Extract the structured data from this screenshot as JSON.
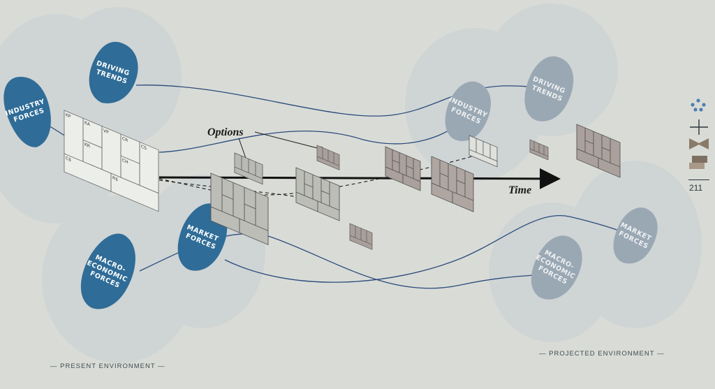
{
  "present": {
    "blobs": [
      {
        "id": "industry-forces",
        "lines": [
          "INDUSTRY",
          "FORCES"
        ],
        "state": "active"
      },
      {
        "id": "driving-trends",
        "lines": [
          "DRIVING",
          "TRENDS"
        ],
        "state": "active"
      },
      {
        "id": "market-forces",
        "lines": [
          "MARKET",
          "FORCES"
        ],
        "state": "active"
      },
      {
        "id": "macro-economic-forces",
        "lines": [
          "MACRO-",
          "ECONOMIC",
          "FORCES"
        ],
        "state": "active"
      }
    ],
    "label": "— PRESENT ENVIRONMENT —"
  },
  "projected": {
    "blobs": [
      {
        "id": "industry-forces",
        "lines": [
          "INDUSTRY",
          "FORCES"
        ],
        "state": "faded"
      },
      {
        "id": "driving-trends",
        "lines": [
          "DRIVING",
          "TRENDS"
        ],
        "state": "faded"
      },
      {
        "id": "market-forces",
        "lines": [
          "MARKET",
          "FORCES"
        ],
        "state": "faded"
      },
      {
        "id": "macro-economic-forces",
        "lines": [
          "MACRO-",
          "ECONOMIC",
          "FORCES"
        ],
        "state": "faded"
      }
    ],
    "label": "— PROJECTED ENVIRONMENT —"
  },
  "canvas_codes": [
    "KP",
    "KA",
    "KR",
    "VP",
    "CR",
    "CH",
    "CS",
    "C$",
    "R$"
  ],
  "labels": {
    "options": "Options",
    "time": "Time"
  },
  "page_number": "211",
  "colors": {
    "blob_active": "#2f6c97",
    "blob_faded": "#9aa8b4",
    "halo": "#c5cdd3",
    "arrow": "#111111",
    "connector": "#2b4a7c",
    "paper": "#d9dcd6"
  },
  "icons": [
    "dots-cluster-icon",
    "plus-icon",
    "bowtie-icon",
    "stacked-blocks-icon"
  ]
}
